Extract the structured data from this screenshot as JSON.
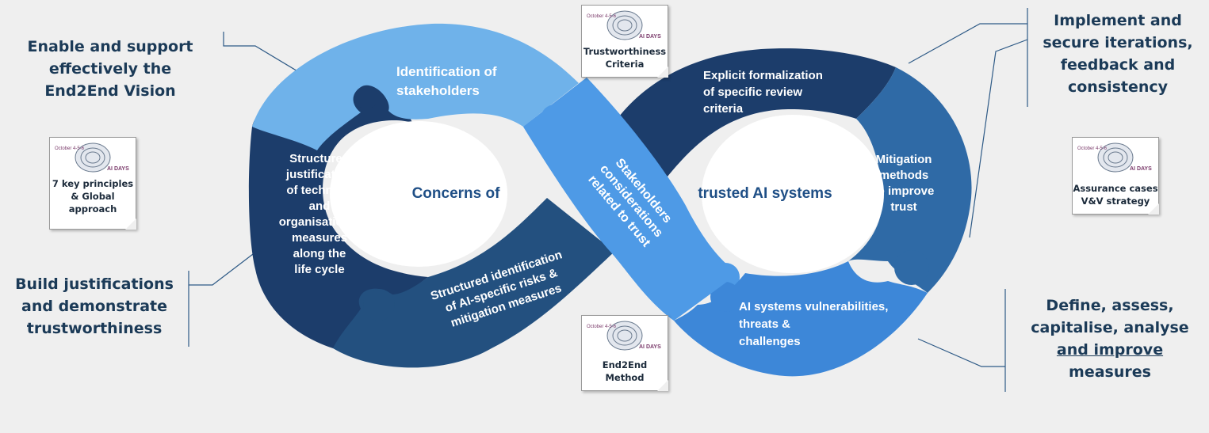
{
  "callouts": {
    "enable": [
      "Enable and support",
      "effectively the",
      "End2End Vision"
    ],
    "implement": [
      "Implement and",
      "secure iterations,",
      "feedback and",
      "consistency"
    ],
    "build": [
      "Build justifications",
      "and demonstrate",
      "trustworthiness"
    ],
    "define": [
      "Define, assess,",
      "capitalise, analyse",
      "and improve",
      "measures"
    ]
  },
  "segments": {
    "identification": [
      "Identification of",
      "stakeholders"
    ],
    "structured_justification": [
      "Structured",
      "justification",
      "of technical",
      "and",
      "organisational",
      "measures",
      "along the",
      "life cycle"
    ],
    "structured_identification": [
      "Structured identification",
      "of AI-specific risks &",
      "mitigation measures"
    ],
    "stakeholders_considerations": [
      "Stakeholders",
      "considerations",
      "related to trust"
    ],
    "explicit_formalization": [
      "Explicit formalization",
      "of specific review",
      "criteria"
    ],
    "mitigation_methods": [
      "Mitigation",
      "methods",
      "to improve",
      "trust"
    ],
    "vulnerabilities": [
      "AI systems vulnerabilities,",
      "threats &",
      "challenges"
    ]
  },
  "center_labels": {
    "left": "Concerns of",
    "right": "trusted AI systems"
  },
  "badges": {
    "logo_text": "AI DAYS",
    "logo_date": "October 4-5-6",
    "trustworthiness": [
      "Trustworthiness",
      "Criteria"
    ],
    "principles": [
      "7 key principles",
      "& Global",
      "approach"
    ],
    "assurance": [
      "Assurance cases",
      "V&V strategy"
    ],
    "method": [
      "End2End",
      "Method"
    ]
  },
  "colors": {
    "navy": "#1c3d6b",
    "dark_blue": "#23507f",
    "mid_blue": "#2f6aa6",
    "light_blue": "#6fb2ea",
    "bright_blue": "#3d87d8",
    "text": "#1b3a57",
    "background": "#efefef"
  }
}
